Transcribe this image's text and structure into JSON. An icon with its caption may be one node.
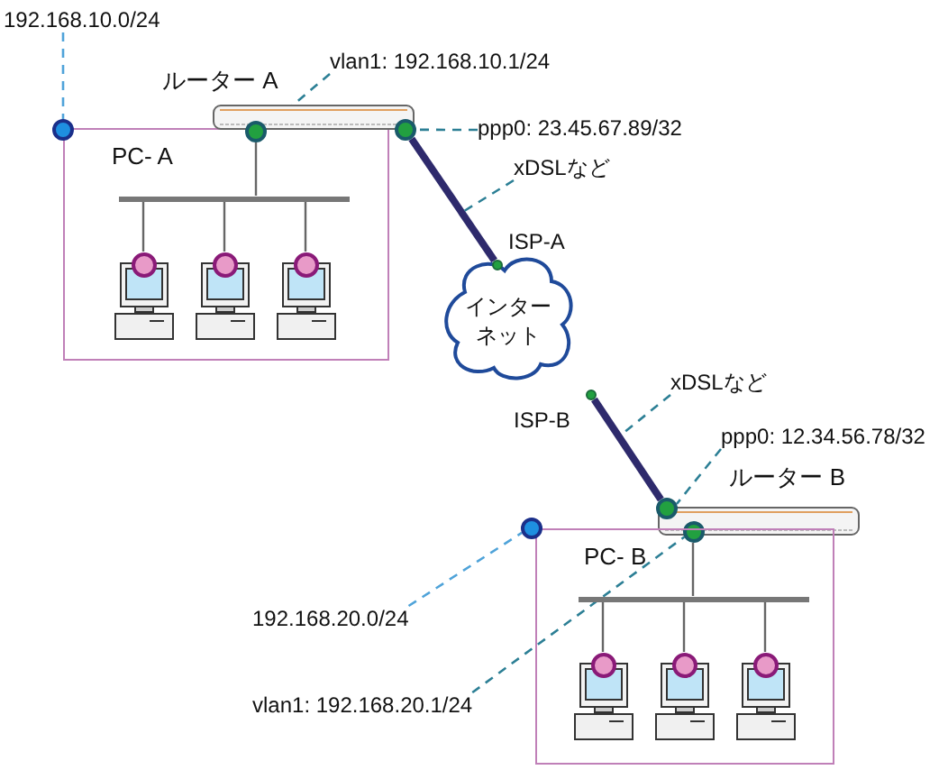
{
  "diagram": {
    "nodes": [
      {
        "text": [
          "PC- A"
        ]
      },
      {
        "text": [
          "ルーター A"
        ]
      },
      {
        "text": [
          "192.168.10.0/24"
        ]
      },
      {
        "text": [],
        "shape": "circle"
      },
      {
        "text": [
          "vlan1: 192.168.10.1/24"
        ]
      },
      {
        "text": [],
        "shape": "circle"
      },
      {
        "text": [
          "ppp0: 23.45.67.89/32"
        ]
      },
      {
        "text": [],
        "shape": "circle"
      },
      {
        "text": [],
        "shape": "bar",
        "in": 0
      },
      {
        "text": [],
        "shape": "picture",
        "in": 0
      },
      {
        "text": [],
        "shape": "picture",
        "in": 0
      },
      {
        "text": [],
        "shape": "picture",
        "in": 0
      },
      {
        "text": [
          "インターネット"
        ]
      },
      {
        "text": [],
        "shape": "circle"
      },
      {
        "text": [
          "xDSLなど"
        ]
      },
      {
        "text": [],
        "shape": "circle"
      },
      {
        "text": [
          "xDSLなど"
        ]
      },
      {
        "text": [
          "ppp0: 12.34.56.78/32"
        ]
      },
      {
        "text": [
          "ルーター B"
        ]
      },
      {
        "text": [],
        "shape": "circle"
      },
      {
        "text": [],
        "shape": "circle"
      },
      {
        "text": [
          "PC- B"
        ]
      },
      {
        "text": [],
        "shape": "circle"
      },
      {
        "text": [
          "192.168.20.0/24"
        ]
      },
      {
        "text": [
          "vlan1: 192.168.20.1/24"
        ]
      },
      {
        "text": [],
        "shape": "bar",
        "in": 21
      },
      {
        "text": [],
        "shape": "picture",
        "in": 21
      },
      {
        "text": [],
        "shape": "picture",
        "in": 21
      },
      {
        "text": [],
        "shape": "picture",
        "in": 21
      }
    ],
    "edges": [
      {
        "from": 2,
        "to": 3,
        "arrow": "none",
        "style": "dashed",
        "color": "#4fa3d9"
      },
      {
        "from": 4,
        "to": 5,
        "arrow": "none",
        "style": "dashed",
        "color": "#2c7f95"
      },
      {
        "from": 6,
        "to": 7,
        "arrow": "none",
        "style": "dashed",
        "color": "#2c7f95"
      },
      {
        "from": 7,
        "to": 13,
        "arrow": "none",
        "style": "thick",
        "color": "#2e2a6c"
      },
      {
        "from": 14,
        "to": null,
        "arrow": "none",
        "style": "dashed",
        "color": "#2c7f95"
      },
      {
        "from": 5,
        "to": 8,
        "arrow": "none"
      },
      {
        "from": 8,
        "to": 9,
        "arrow": "none"
      },
      {
        "from": 8,
        "to": 10,
        "arrow": "none"
      },
      {
        "from": 8,
        "to": 11,
        "arrow": "none"
      },
      {
        "from": 15,
        "to": 19,
        "arrow": "none",
        "style": "thick",
        "color": "#2e2a6c"
      },
      {
        "from": 16,
        "to": null,
        "arrow": "none",
        "style": "dashed",
        "color": "#2c7f95"
      },
      {
        "from": 17,
        "to": 19,
        "arrow": "none",
        "style": "dashed",
        "color": "#2c7f95"
      },
      {
        "from": 23,
        "to": 22,
        "arrow": "none",
        "style": "dashed",
        "color": "#4fa3d9"
      },
      {
        "from": 24,
        "to": 20,
        "arrow": "none",
        "style": "dashed",
        "color": "#2c7f95"
      },
      {
        "from": 20,
        "to": 25,
        "arrow": "none"
      },
      {
        "from": 25,
        "to": 26,
        "arrow": "none"
      },
      {
        "from": 25,
        "to": 27,
        "arrow": "none"
      },
      {
        "from": 25,
        "to": 28,
        "arrow": "none"
      }
    ],
    "labels": [
      "ISP-A",
      "ISP-B"
    ]
  }
}
